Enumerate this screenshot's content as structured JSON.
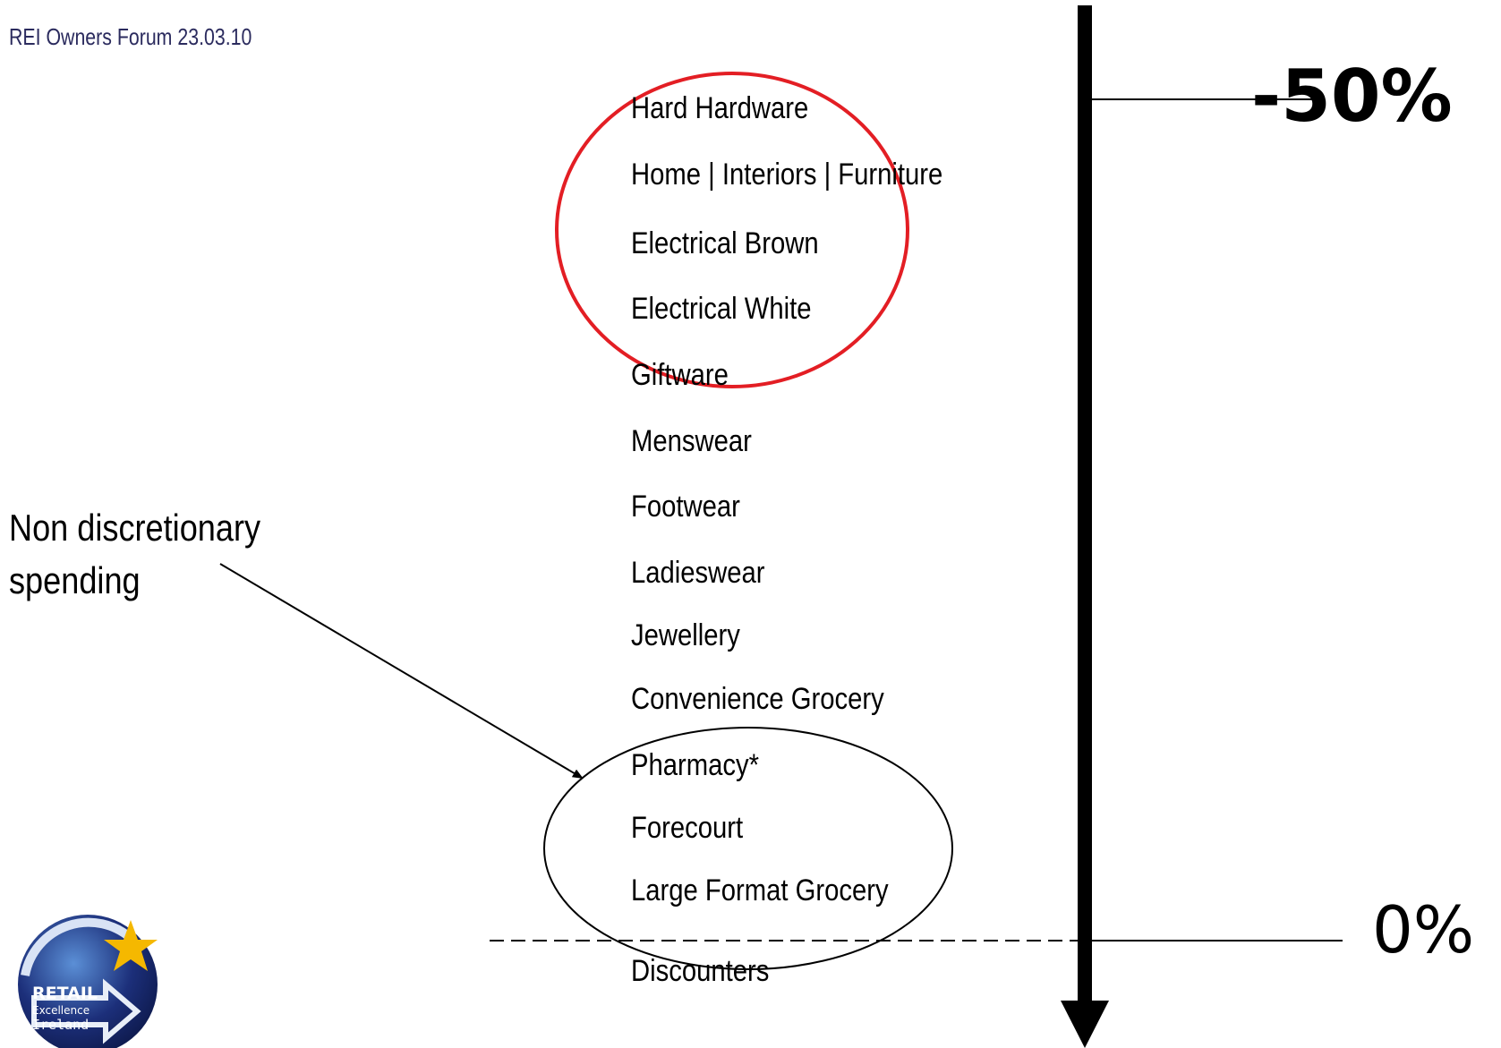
{
  "header": {
    "text": "REI Owners Forum 23.03.10"
  },
  "categories": [
    "Hard Hardware",
    "Home | Interiors | Furniture",
    "Electrical Brown",
    "Electrical White",
    "Giftware",
    "Menswear",
    "Footwear",
    "Ladieswear",
    "Jewellery",
    "Convenience Grocery",
    "Pharmacy*",
    "Forecourt",
    "Large Format Grocery",
    "Discounters"
  ],
  "annotation": {
    "line1": "Non discretionary",
    "line2": "spending"
  },
  "scale": {
    "top_label": "-50%",
    "bottom_label": "0%"
  },
  "logo": {
    "line1": "RETAIL",
    "line2": "Excellence",
    "line3": "Ireland"
  },
  "colors": {
    "red_highlight": "#e31e24",
    "navy": "#1c2f7a",
    "gold": "#f5b800",
    "text": "#000000"
  }
}
